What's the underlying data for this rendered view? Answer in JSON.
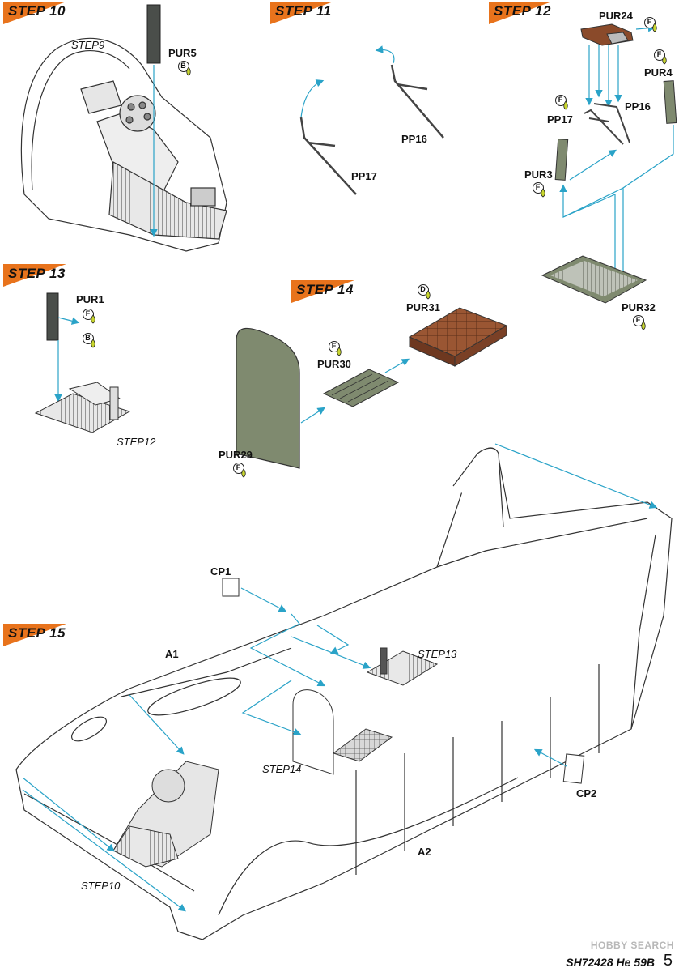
{
  "steps": {
    "s10": "STEP 10",
    "s11": "STEP 11",
    "s12": "STEP 12",
    "s13": "STEP 13",
    "s14": "STEP 14",
    "s15": "STEP 15"
  },
  "refs": {
    "step9": "STEP9",
    "step12": "STEP12",
    "step13": "STEP13",
    "step14": "STEP14",
    "step10": "STEP10"
  },
  "parts": {
    "pur5": "PUR5",
    "pp16": "PP16",
    "pp17": "PP17",
    "pur24": "PUR24",
    "pur4": "PUR4",
    "pur3": "PUR3",
    "pur32": "PUR32",
    "pur1": "PUR1",
    "pur31": "PUR31",
    "pur30": "PUR30",
    "pur29": "PUR29",
    "cp1": "CP1",
    "cp2": "CP2",
    "a1": "A1",
    "a2": "A2"
  },
  "paints": {
    "b": "B",
    "f": "F",
    "d": "D"
  },
  "footer": {
    "code": "SH72428 He 59B",
    "page": "5",
    "watermark": "HOBBY SEARCH"
  },
  "colors": {
    "banner": "#e8731c",
    "arrow": "#2aa3c8",
    "grey_green": "#7f8a6f",
    "brown": "#8a4a2a",
    "dark_grey": "#4a4e4a",
    "paint_drop": "#c8d62e"
  }
}
